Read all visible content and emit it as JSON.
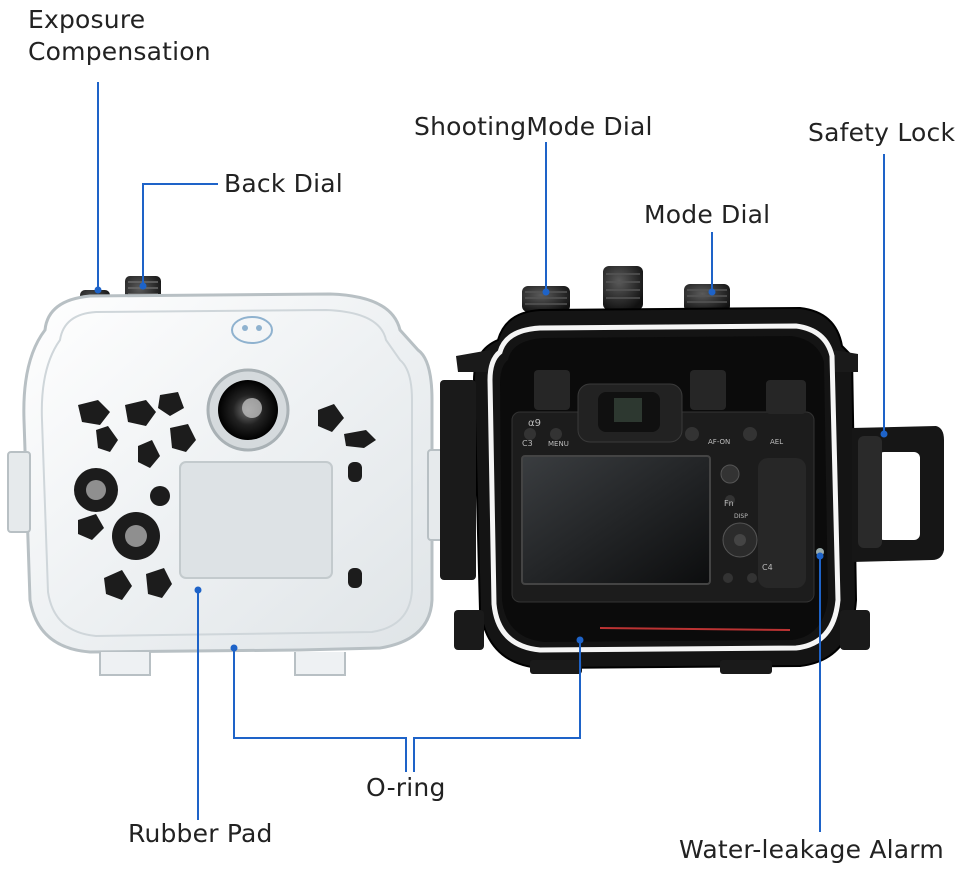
{
  "callouts": {
    "exposure_compensation_line1": "Exposure",
    "exposure_compensation_line2": "Compensation",
    "back_dial": "Back Dial",
    "shooting_mode_dial": "ShootingMode Dial",
    "safety_lock": "Safety Lock",
    "mode_dial": "Mode Dial",
    "o_ring": "O-ring",
    "rubber_pad": "Rubber Pad",
    "water_leakage_alarm": "Water-leakage Alarm"
  },
  "camera_markings": {
    "model": "α9",
    "c3": "C3",
    "menu": "MENU",
    "af_on": "AF-ON",
    "ael": "AEL",
    "fn": "Fn",
    "disp": "DISP",
    "c4": "C4"
  },
  "colors": {
    "callout_line": "#1e63c8",
    "callout_dot": "#1e63c8",
    "housing_black": "#141414",
    "housing_clear": "#f2f4f5"
  }
}
